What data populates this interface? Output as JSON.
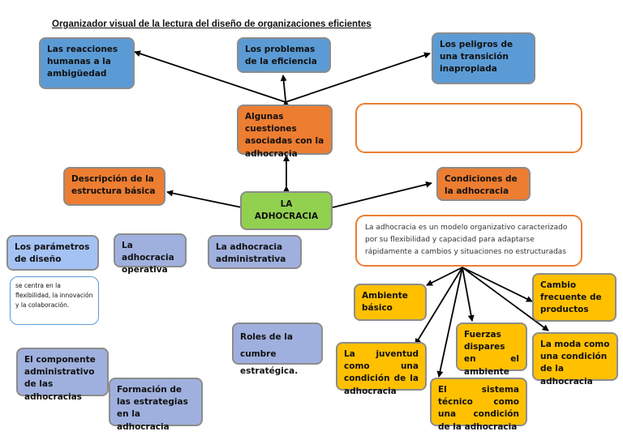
{
  "title": "Organizador visual de la lectura del diseño de organizaciones eficientes",
  "center": "LA ADHOCRACIA",
  "top_boxes": {
    "reacciones": "Las reacciones humanas a la ambigüedad",
    "problemas": "Los problemas de la eficiencia",
    "peligros": "Los peligros de una transición inapropiada"
  },
  "cuestiones": "Algunas cuestiones asociadas con la adhocracia",
  "descripcion": "Descripción de la estructura básica",
  "condiciones": "Condiciones de la adhocracia",
  "definicion": "La adhocracia es un modelo organizativo caracterizado por su flexibilidad y capacidad para adaptarse rápidamente a cambios y situaciones no estructuradas",
  "parametros": "Los parámetros de diseño",
  "parametros_nota": "se centra en la flexibilidad, la innovación y la colaboración.",
  "operativa": "La adhocracia operativa",
  "administrativa": "La adhocracia administrativa",
  "roles": "Roles de la cumbre estratégica.",
  "componente": "El componente administrativo de las adhocracias",
  "formacion": "Formación de las estrategias en la adhocracia",
  "condiciones_lista": {
    "ambiente": "Ambiente básico",
    "cambio": "Cambio frecuente de productos",
    "fuerzas": "Fuerzas dispares en el ambiente",
    "juventud": "La juventud como una condición de la adhocracia",
    "moda": "La moda como una condición de la adhocracia",
    "sistema": "El sistema técnico como una condición de la adhocracia"
  },
  "colors": {
    "blue": "#5b9bd5",
    "orange": "#ed7d31",
    "green": "#92d050",
    "lavender": "#9fb0de",
    "yellow": "#ffc000"
  }
}
